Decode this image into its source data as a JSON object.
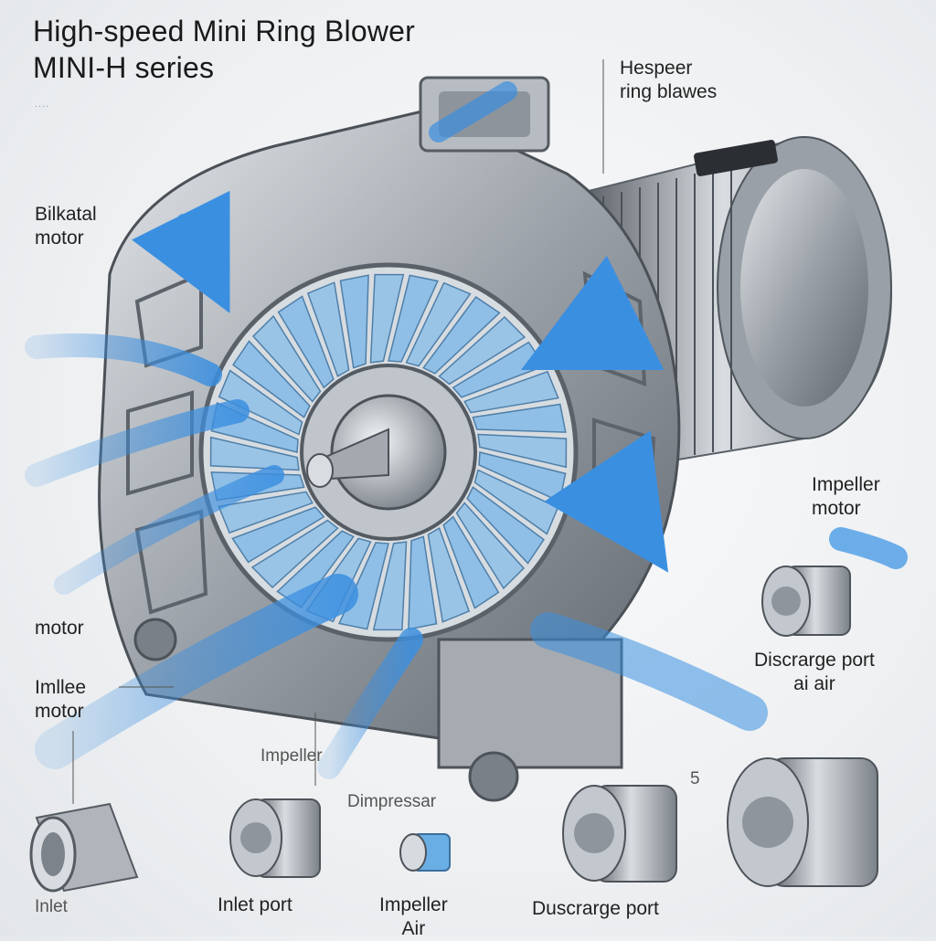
{
  "title": {
    "line1": "High-speed Mini Ring Blower",
    "line2": "MINI-H series",
    "faint_text": "...."
  },
  "labels": {
    "top_right": "Hespeer\nring blawes",
    "left_upper": "Bilkatal\nmotor",
    "left_middle": "motor",
    "left_lower": "Imllee\nmotor",
    "right_upper": "Impeller\nmotor",
    "right_middle": "Discrarge port\nai air",
    "center_lower": "Impeller",
    "center_bottom": "Dimpressar",
    "number_mark": "5",
    "bottom_1": "Inlet port",
    "bottom_2": "Impeller\nAir",
    "bottom_3": "Duscrarge port",
    "bottom_left": "Inlet"
  },
  "colors": {
    "metal_dark": "#6f757c",
    "metal_light": "#c7ccd2",
    "blade_blue": "#8fbfe6",
    "air_blue": "#3b8fe0"
  },
  "icons": [
    "blower-housing",
    "impeller-icon",
    "motor-cylinder-icon",
    "air-arrow-icon",
    "inlet-pipe-icon"
  ]
}
